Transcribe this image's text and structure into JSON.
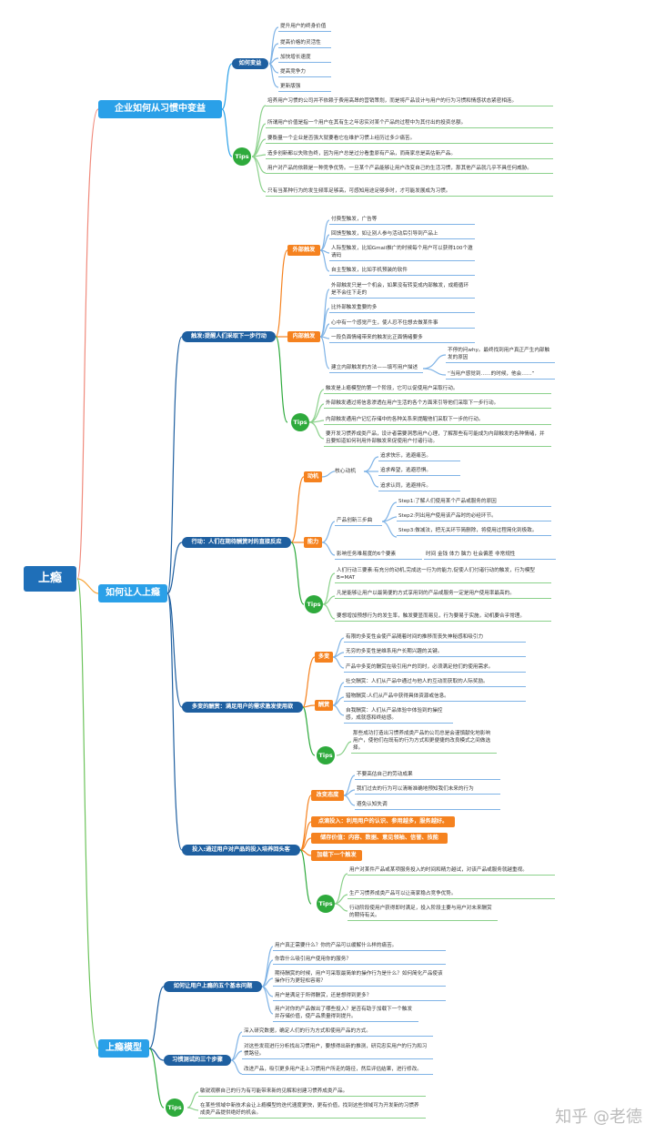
{
  "root": "上瘾",
  "watermark": "知乎 @老德",
  "b1": {
    "title": "企业如何从习惯中变益",
    "how": {
      "label": "如何变益",
      "items": [
        "提升用户的终身价值",
        "提高价格的灵活性",
        "加快增长速度",
        "提高竞争力",
        "",
        "更新版强"
      ]
    },
    "tips": {
      "label": "Tips",
      "items": [
        "培养用户习惯的公司并不依赖于费用高昂的营销策划，而是将产品设计与用户的行为习惯和情感状态紧密相连。",
        "所谓用户价值是指一个用户在其有生之年忠实对某个产品的过程中为其付出的投资总额。",
        "要衡量一个企业是否强大就要看它在维护习惯上经历过多少痛苦。",
        "造多创新都以失败告终，因为用户总是过分看重原有产品，而商家总是高估新产品。",
        "用户对产品的依赖是一种竞争优势。一旦某个产品能够让用户改变自己的生活习惯，那其他产品就几乎不具任何威胁。",
        "只有当某种行为的发生频率足够高，可感知用途足够多时，才可能发展成为习惯。"
      ]
    }
  },
  "b2": {
    "title": "如何让人上瘾",
    "trigger": {
      "label": "触发:提醒人们采取下一步行动",
      "external": {
        "label": "外部触发",
        "items": [
          "付费型触发，广告等",
          "回馈型触发，如让别人参与活动后引导到产品上",
          "人际型触发，比如Gmail推广的时候每个用户可以获得100个邀请码",
          "自主型触发，比如手机预装的软件"
        ]
      },
      "internal": {
        "label": "内部触发",
        "items": [
          "外部触发只是一个机会，如果没有转变成内部触发，成瘾循环是不会往下走的",
          "比外部触发重要的多",
          "心中有一个感觉产生，使人忍不住想去做某件事",
          "一段负面情绪带来的触发比正面情绪要多",
          "建立内部触发的方法——填写用户描述"
        ],
        "sub": [
          "不停的问why。最终找到用户真正产生内部触发的原因",
          "“当用户感觉到……的时候，他会……”"
        ]
      },
      "tips": {
        "label": "Tips",
        "items": [
          "触发是上瘾模型的第一个阶段，它可以促使用户采取行动。",
          "外部触发通过将信息渗透在用户生活的各个方面来引导他们采取下一步行动。",
          "内部触发通用户记忆存储中的各种关系来提醒他们采取下一步的行动。",
          "要开发习惯养成类产品，设计者需要洞悉用户心理，了解那些有可能成为内部触发的各种情绪，并且要知道如何利用外部触发来促使用户付诸行动。"
        ]
      }
    },
    "action": {
      "label": "行动：人们在期待酬赏时的直接反应",
      "motive": {
        "label": "动机",
        "core": "核心动机",
        "items": [
          "追求快乐，逃避痛苦。",
          "追求希望，逃避恐惧。",
          "追求认同，逃避排斥。"
        ]
      },
      "ability": {
        "label": "能力",
        "steps_label": "产品创新三步曲",
        "steps": [
          "Step1:了解人们使用某个产品或服务的原因",
          "Step2:列出用户使用该产品时的必经环节。",
          "Step3:做减法，把无关环节简删除，将使用过程简化到极致。"
        ],
        "factors_label": "影响任务难易度的6个要素",
        "factors": "时间 金钱 体力 脑力 社会偏差 非常规性"
      },
      "tips": {
        "label": "Tips",
        "items": [
          "人们行动三要素:有充分的动机,完成这一行为的能力,促使人们付诸行动的触发，行为模型 B=MAT",
          "凡是能够让用户以最简便的方式享用到的产品或服务一定是用户使用率最高的。",
          "要想增加预想行为的发生率，触发要显而易见，行为要易于实施，动机要合乎常理。"
        ]
      }
    },
    "reward": {
      "label": "多变的酬赏：满足用户的需求激发使用欲",
      "variety": {
        "label": "多变",
        "items": [
          "有限的多变性会使产品随着时间的推移而丧失神秘感和吸引力",
          "无穷的多变性是维系用户长期兴趣的关键。",
          "产品中多变的酬赏在吸引用户的同时，必须满足他们的使用需求。"
        ]
      },
      "rewards": {
        "label": "酬赏",
        "items": [
          "社交酬赏：人们从产品中通过与他人的互动而获取的人际奖励。",
          "猎物酬赏:人们从产品中获得具体资源或信息。",
          "自我酬赏：人们从产品体验中体验到的操控感，成就感和终结感。"
        ]
      },
      "tips": {
        "label": "Tips",
        "items": [
          "那些成功打造出习惯养成类产品的公司总是会谨慎献化地影响用户，使他们在既有的行为方式和更便捷的改良模式之间做选择。"
        ]
      }
    },
    "invest": {
      "label": "投入:通过用户对产品的投入培养回头客",
      "attitude": {
        "label": "改变态度",
        "items": [
          "不要高估自己的劳动成果",
          "我们过去的行为可以清晰准确地预知我们未来的行为",
          "避免认知失调"
        ]
      },
      "points": [
        "点滴投入：利用用户的认识、参用越多，服务越好。",
        "储存价值：内容、数据、意见领袖、信誉、技能",
        "加载下一个触发"
      ],
      "tips": {
        "label": "Tips",
        "items": [
          "用户对某件产品或某项服务投入的时间和精力越试，对该产品或服务就越重视。",
          "生产习惯养成类产品可以让商家稳占竞争优势。",
          "行动阶段使用户获得即时满足，投入阶段主要与用户对未来酬赏的期待有关。"
        ]
      }
    }
  },
  "b3": {
    "title": "上瘾模型",
    "five": {
      "label": "如何让用户上瘾的五个基本问题",
      "items": [
        "用户真正需要什么？你的产品可以缓解什么样的痛苦。",
        "你靠什么吸引用户使用你的服务？",
        "期待酬赏的时候，用户可采取最简单的操作行为是什么？如何简化产品使该操作行为更轻松容易？",
        "用户是满足于所得酬赏，还是想得到更多？",
        "用户对你的产品做出了哪些投入？是否有助于加载下一个触发并存储价值，使产品质量得到提升。"
      ]
    },
    "three": {
      "label": "习惯测试的三个步骤",
      "items": [
        "深入研究数据，确定人们的行为方式和使用产品的方式。",
        "对这些发现进行分析找出习惯用户，要想得出新的推测，研究忠实用户的行为和习惯路径。",
        "改进产品，吸引更多用户走上习惯用户所走的路径，然后评估结果，进行修改。"
      ]
    },
    "tips": {
      "label": "Tips",
      "items": [
        "敏锐观察自己的行为有可能带来新的见解和创建习惯养成类产品。",
        "在某些领域中新技术会让上瘾模型的迭代速度更快，更有价值，找到这些领域可为开发新的习惯养成类产品提供绝好的机会。"
      ]
    }
  }
}
